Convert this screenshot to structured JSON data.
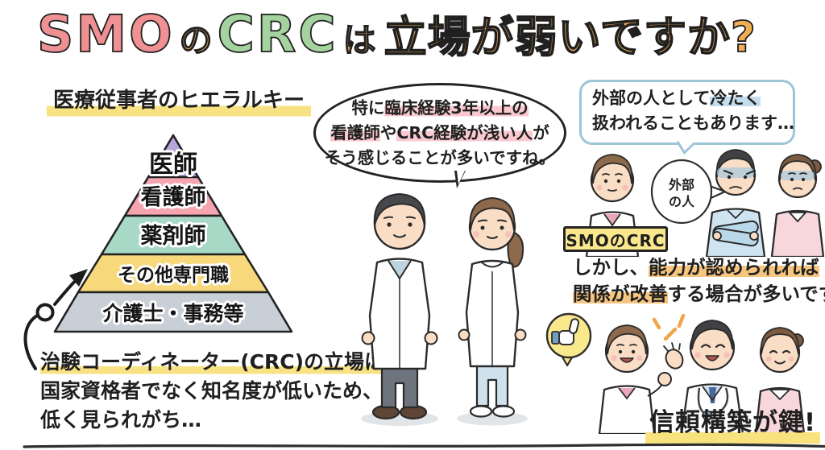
{
  "title": {
    "seg_smo": "SMO",
    "seg_no": "の",
    "seg_crc": "CRC",
    "seg_wa": "は",
    "seg_rest": "立場が弱いですか?"
  },
  "colors": {
    "title_smo": "#ef9092",
    "title_crc": "#a5d3a0",
    "title_orange": "#f1ad54",
    "yellow_highlight": "#f8e283",
    "pink_highlight": "#f9c9cf",
    "blue_highlight": "#c3ddec",
    "orange_highlight": "#f6c57f",
    "label_bg": "#fbe88e",
    "bubble_border_blue": "#9ec4d8"
  },
  "hierarchy": {
    "heading": "医療従事者のヒエラルキー",
    "levels": [
      {
        "label": "医師",
        "color": "#b7a6d8"
      },
      {
        "label": "看護師",
        "color": "#f4a5b0"
      },
      {
        "label": "薬剤師",
        "color": "#a8d9c6"
      },
      {
        "label": "その他専門職",
        "color": "#f7d97c"
      },
      {
        "label": "介護士・事務等",
        "color": "#c9cfd6"
      }
    ],
    "note_line1": "治験コーディネーター(CRC)の立場は?",
    "note_line2": "国家資格者でなく知名度が低いため、",
    "note_line3": "低く見られがち…"
  },
  "center": {
    "bubble": {
      "line1_pre": "特に",
      "line1_hl": "臨床経験3年以上の",
      "line2_hl1": "看護師",
      "line2_mid": "や",
      "line2_hl2": "CRC経験が浅い人",
      "line2_post": "が",
      "line3": "そう感じることが多いですね。"
    }
  },
  "right_top": {
    "bubble_line1_pre": "外部の人として",
    "bubble_line1_hl": "冷たく",
    "bubble_line2": "扱われることもあります…",
    "outsider_line1": "外部",
    "outsider_line2": "の人",
    "crc_label": "SMOのCRC"
  },
  "right_bottom": {
    "line1_pre": "しかし、",
    "line1_hl": "能力が認められれば",
    "line2_hl": "関係が改善",
    "line2_post": "する場合が多いです!",
    "key_message": "信頼構築が鍵!"
  }
}
